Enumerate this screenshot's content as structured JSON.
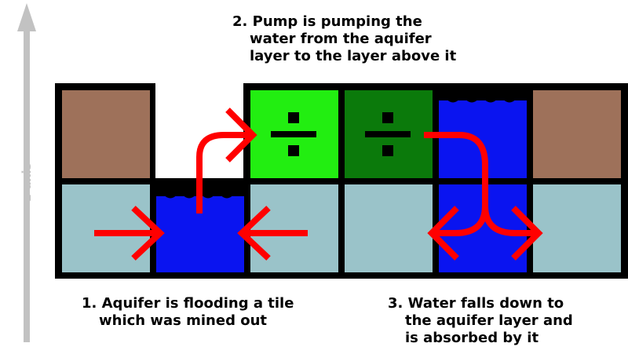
{
  "axis": {
    "label": "z-axis"
  },
  "captions": {
    "step1": {
      "line1": "1. Aquifer is flooding a tile",
      "line2": "which was mined out"
    },
    "step2": {
      "line1": "2. Pump is pumping the",
      "line2": "water from the aquifer",
      "line3": "layer to the layer above it"
    },
    "step3": {
      "line1": "3. Water falls down to",
      "line2": "the aquifer layer and",
      "line3": "is absorbed by it"
    }
  },
  "colors": {
    "soil": "#9e715a",
    "aquifer": "#9ac3c9",
    "water": "#0a14f0",
    "pump_light": "#22ee11",
    "pump_dark": "#0b7a0b",
    "arrow": "#ff0000",
    "axis": "#c2c2c2",
    "outline": "#000000"
  },
  "icons": {
    "pump": "divide-icon",
    "arrows": "arrow-icon"
  }
}
